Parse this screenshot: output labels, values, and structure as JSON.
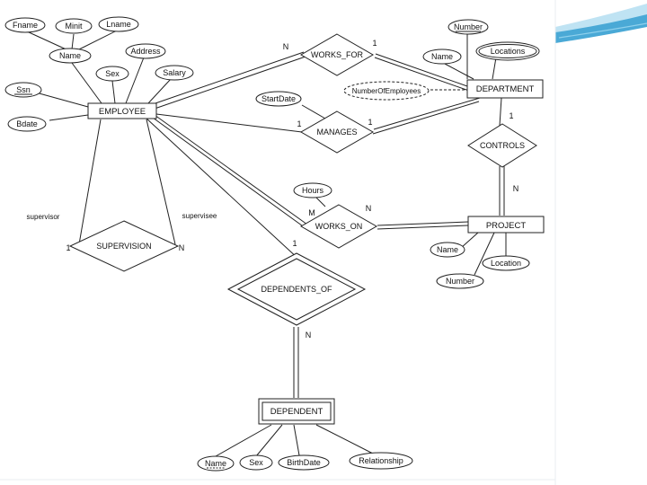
{
  "entities": {
    "employee": "EMPLOYEE",
    "department": "DEPARTMENT",
    "project": "PROJECT",
    "dependent": "DEPENDENT"
  },
  "relationships": {
    "works_for": "WORKS_FOR",
    "manages": "MANAGES",
    "works_on": "WORKS_ON",
    "controls": "CONTROLS",
    "supervision": "SUPERVISION",
    "dependents_of": "DEPENDENTS_OF"
  },
  "attributes": {
    "fname": "Fname",
    "minit": "Minit",
    "lname": "Lname",
    "emp_name": "Name",
    "address": "Address",
    "sex": "Sex",
    "salary": "Salary",
    "ssn": "Ssn",
    "bdate": "Bdate",
    "dept_number": "Number",
    "dept_name": "Name",
    "locations": "Locations",
    "num_employees": "NumberOfEmployees",
    "start_date": "StartDate",
    "hours": "Hours",
    "proj_name": "Name",
    "proj_location": "Location",
    "proj_number": "Number",
    "dep_name": "Name",
    "dep_sex": "Sex",
    "birth_date": "BirthDate",
    "relationship": "Relationship"
  },
  "roles": {
    "supervisor": "supervisor",
    "supervisee": "supervisee"
  },
  "cardinalities": {
    "works_for_emp": "N",
    "works_for_dept": "1",
    "manages_emp": "1",
    "manages_dept": "1",
    "controls_dept": "1",
    "controls_proj": "N",
    "works_on_emp": "M",
    "works_on_proj": "N",
    "supervision_supervisor": "1",
    "supervision_supervisee": "N",
    "dependents_of_emp": "1",
    "dependents_of_dep": "N"
  }
}
